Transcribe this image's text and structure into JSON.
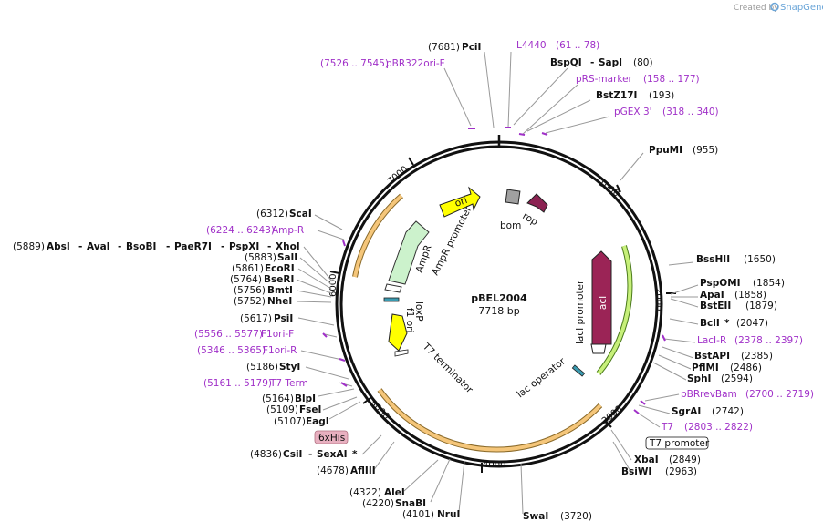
{
  "branding": {
    "created_by": "Created by",
    "app": "SnapGene"
  },
  "plasmid": {
    "name": "pBEL2004",
    "length": "7718 bp"
  },
  "ticks": [
    "1000",
    "2000",
    "3000",
    "4000",
    "5000",
    "6000",
    "7000"
  ],
  "features": {
    "ori": "ori",
    "bom": "bom",
    "rop": "rop",
    "ampr": "AmpR",
    "ampr_promoter": "AmpR promoter",
    "loxp": "loxP",
    "f1_ori": "f1 ori",
    "t7_terminator": "T7 terminator",
    "laci": "lacI",
    "laci_promoter": "lacI promoter",
    "lac_operator": "lac operator",
    "his_tag": "6xHis",
    "t7_promoter": "T7 promoter"
  },
  "sites": {
    "pcil": {
      "pos": "(7681)",
      "name": "PciI"
    },
    "l4440": {
      "name": "L4440",
      "pos": "(61 .. 78)"
    },
    "bspqi_sapi": {
      "name1": "BspQI",
      "sep": "-",
      "name2": "SapI",
      "pos": "(80)"
    },
    "pbr322": {
      "pos": "(7526 .. 7545)",
      "name": "pBR322ori-F"
    },
    "prs": {
      "name": "pRS-marker",
      "pos": "(158 .. 177)"
    },
    "bstz17i": {
      "name": "BstZ17I",
      "pos": "(193)"
    },
    "pgex": {
      "name": "pGEX 3'",
      "pos": "(318 .. 340)"
    },
    "ppumi": {
      "name": "PpuMI",
      "pos": "(955)"
    },
    "bsshii": {
      "name": "BssHII",
      "pos": "(1650)"
    },
    "pspomi": {
      "name": "PspOMI",
      "pos": "(1854)"
    },
    "apai": {
      "name": "ApaI",
      "pos": "(1858)"
    },
    "bsteii": {
      "name": "BstEII",
      "pos": "(1879)"
    },
    "bcli": {
      "name": "BclI",
      "star": "*",
      "pos": "(2047)"
    },
    "laci_r": {
      "name": "LacI-R",
      "pos": "(2378 .. 2397)"
    },
    "bstapi": {
      "name": "BstAPI",
      "pos": "(2385)"
    },
    "pflmi": {
      "name": "PflMI",
      "pos": "(2486)"
    },
    "sphi": {
      "name": "SphI",
      "pos": "(2594)"
    },
    "pbrrevbam": {
      "name": "pBRrevBam",
      "pos": "(2700 .. 2719)"
    },
    "sgrai": {
      "name": "SgrAI",
      "pos": "(2742)"
    },
    "t7": {
      "name": "T7",
      "pos": "(2803 .. 2822)"
    },
    "xbai": {
      "name": "XbaI",
      "pos": "(2849)"
    },
    "bsiwi": {
      "name": "BsiWI",
      "pos": "(2963)"
    },
    "swai": {
      "name": "SwaI",
      "pos": "(3720)"
    },
    "nrui": {
      "pos": "(4101)",
      "name": "NruI"
    },
    "snabi": {
      "pos": "(4220)",
      "name": "SnaBI"
    },
    "alei": {
      "pos": "(4322)",
      "name": "AleI"
    },
    "aflIII": {
      "pos": "(4678)",
      "name": "AflIII"
    },
    "csii": {
      "pos": "(4836)",
      "name1": "CsiI",
      "sep": "-",
      "name2": "SexAI",
      "star": "*"
    },
    "eagi": {
      "pos": "(5107)",
      "name": "EagI"
    },
    "fsei": {
      "pos": "(5109)",
      "name": "FseI"
    },
    "blpi": {
      "pos": "(5164)",
      "name": "BlpI"
    },
    "t7term": {
      "pos": "(5161 .. 5179)",
      "name": "T7 Term"
    },
    "styi": {
      "pos": "(5186)",
      "name": "StyI"
    },
    "f1ori_r": {
      "pos": "(5346 .. 5365)",
      "name": "F1ori-R"
    },
    "f1ori_f": {
      "pos": "(5556 .. 5577)",
      "name": "F1ori-F"
    },
    "psii": {
      "pos": "(5617)",
      "name": "PsiI"
    },
    "nhei": {
      "pos": "(5752)",
      "name": "NheI"
    },
    "bmti": {
      "pos": "(5756)",
      "name": "BmtI"
    },
    "bseri": {
      "pos": "(5764)",
      "name": "BseRI"
    },
    "ecori": {
      "pos": "(5861)",
      "name": "EcoRI"
    },
    "sali": {
      "pos": "(5883)",
      "name": "SalI"
    },
    "absi_group": {
      "pos": "(5889)",
      "names": [
        "AbsI",
        "AvaI",
        "BsoBI",
        "PaeR7I",
        "PspXI",
        "XhoI"
      ],
      "sep": "-"
    },
    "amp_r": {
      "pos": "(6224 .. 6243)",
      "name": "Amp-R"
    },
    "scai": {
      "pos": "(6312)",
      "name": "ScaI"
    }
  },
  "colors": {
    "backbone": "#111111",
    "primer": "#a030c8",
    "ori": "#ffff00",
    "ampr": "#ccf2cc",
    "laci": "#9b2456",
    "rop": "#8b2252",
    "bom": "#a0a0a0",
    "f1": "#ffff00",
    "orf_arc": "#f5c67a",
    "orf_arc2": "#c7f07a",
    "his": "#e8b0c0"
  }
}
